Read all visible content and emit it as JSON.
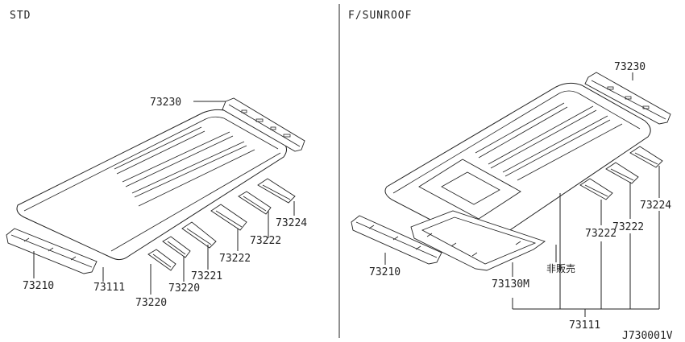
{
  "headers": {
    "left": "STD",
    "right": "F/SUNROOF"
  },
  "left_labels": {
    "rear_header": "73230",
    "front_header": "73210",
    "roof_panel": "73111",
    "bow_1": "73220",
    "bow_2": "73220",
    "bow_3": "73221",
    "bow_4": "73222",
    "bow_5": "73222",
    "bow_6": "73224"
  },
  "right_labels": {
    "rear_header": "73230",
    "front_header": "73210",
    "frame": "73130M",
    "not_sold": "非販売",
    "bow_1": "73222",
    "bow_2": "73222",
    "bow_3": "73224",
    "roof_panel": "73111"
  },
  "diagram_code": "J730001V"
}
